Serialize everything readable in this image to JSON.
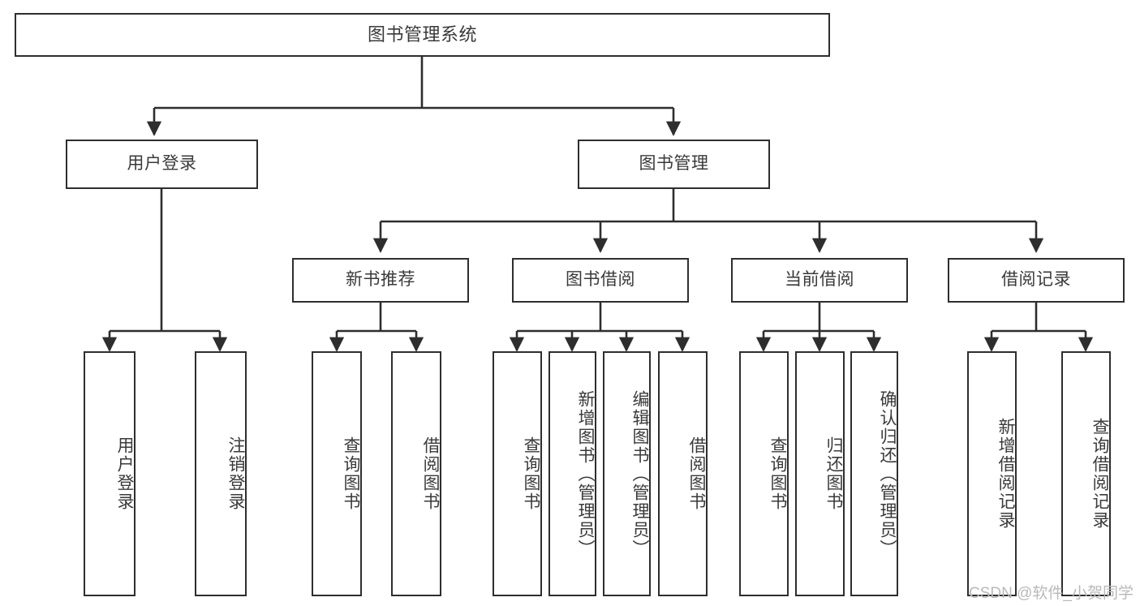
{
  "diagram": {
    "title": "图书管理系统",
    "watermark": "CSDN @软件_小贺同学",
    "line_color": "#2e2e2e",
    "box_fill": "#ffffff",
    "text_color": "#3a3a3a",
    "watermark_color": "#b9b9b9"
  },
  "nodes": {
    "root": {
      "label": "图书管理系统",
      "level": 1
    },
    "level2": [
      {
        "id": "user-login",
        "label": "用户登录"
      },
      {
        "id": "book-management",
        "label": "图书管理"
      }
    ],
    "level3": [
      {
        "id": "new-book-recommend",
        "label": "新书推荐",
        "parent": "book-management"
      },
      {
        "id": "book-borrow",
        "label": "图书借阅",
        "parent": "book-management"
      },
      {
        "id": "current-borrow",
        "label": "当前借阅",
        "parent": "book-management"
      },
      {
        "id": "borrow-record",
        "label": "借阅记录",
        "parent": "book-management"
      }
    ],
    "leaves": {
      "user-login": [
        {
          "id": "leaf-user-login",
          "label": "用户登录"
        },
        {
          "id": "leaf-logout",
          "label": "注销登录"
        }
      ],
      "new-book-recommend": [
        {
          "id": "leaf-query-book-1",
          "label": "查询图书"
        },
        {
          "id": "leaf-borrow-book-1",
          "label": "借阅图书"
        }
      ],
      "book-borrow": [
        {
          "id": "leaf-query-book-2",
          "label": "查询图书"
        },
        {
          "id": "leaf-add-book",
          "label": "新增图书（管理员）"
        },
        {
          "id": "leaf-edit-book",
          "label": "编辑图书（管理员）"
        },
        {
          "id": "leaf-borrow-book-2",
          "label": "借阅图书"
        }
      ],
      "current-borrow": [
        {
          "id": "leaf-query-book-3",
          "label": "查询图书"
        },
        {
          "id": "leaf-return-book",
          "label": "归还图书"
        },
        {
          "id": "leaf-confirm-return",
          "label": "确认归还（管理员）"
        }
      ],
      "borrow-record": [
        {
          "id": "leaf-add-record",
          "label": "新增借阅记录"
        },
        {
          "id": "leaf-query-record",
          "label": "查询借阅记录"
        }
      ]
    }
  }
}
